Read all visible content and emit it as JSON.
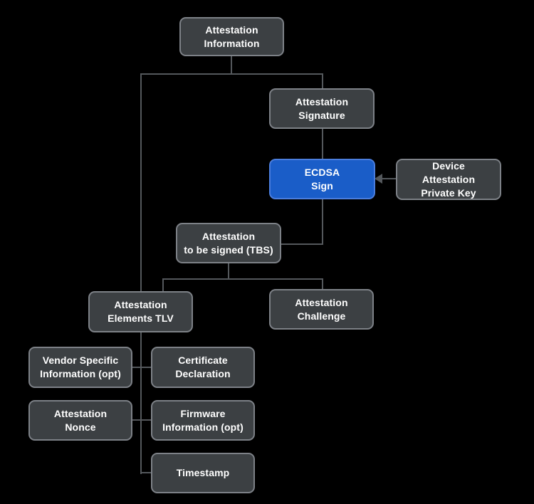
{
  "colors": {
    "background": "#000000",
    "node_fill": "#3c4043",
    "node_border": "#7d8187",
    "node_text": "#ffffff",
    "highlight_fill": "#1a5dc8",
    "highlight_border": "#4a7ddd",
    "connector": "#54585c"
  },
  "diagram": {
    "nodes": [
      {
        "id": "attestation-information",
        "lines": [
          "Attestation",
          "Information"
        ],
        "highlight": false
      },
      {
        "id": "attestation-signature",
        "lines": [
          "Attestation",
          "Signature"
        ],
        "highlight": false
      },
      {
        "id": "ecdsa-sign",
        "lines": [
          "ECDSA",
          "Sign"
        ],
        "highlight": true
      },
      {
        "id": "device-attestation-private-key",
        "lines": [
          "Device",
          "Attestation",
          "Private Key"
        ],
        "highlight": false
      },
      {
        "id": "attestation-tbs",
        "lines": [
          "Attestation",
          "to be signed (TBS)"
        ],
        "highlight": false
      },
      {
        "id": "attestation-elements-tlv",
        "lines": [
          "Attestation",
          "Elements TLV"
        ],
        "highlight": false
      },
      {
        "id": "attestation-challenge",
        "lines": [
          "Attestation",
          "Challenge"
        ],
        "highlight": false
      },
      {
        "id": "vendor-specific-information",
        "lines": [
          "Vendor Specific",
          "Information (opt)"
        ],
        "highlight": false
      },
      {
        "id": "certificate-declaration",
        "lines": [
          "Certificate",
          "Declaration"
        ],
        "highlight": false
      },
      {
        "id": "attestation-nonce",
        "lines": [
          "Attestation",
          "Nonce"
        ],
        "highlight": false
      },
      {
        "id": "firmware-information",
        "lines": [
          "Firmware",
          "Information (opt)"
        ],
        "highlight": false
      },
      {
        "id": "timestamp",
        "lines": [
          "Timestamp"
        ],
        "highlight": false
      }
    ],
    "edges": [
      {
        "from": "attestation-information",
        "to": "attestation-signature",
        "arrow": false
      },
      {
        "from": "attestation-information",
        "to": "attestation-elements-tlv",
        "arrow": false
      },
      {
        "from": "attestation-signature",
        "to": "ecdsa-sign",
        "arrow": false
      },
      {
        "from": "device-attestation-private-key",
        "to": "ecdsa-sign",
        "arrow": true
      },
      {
        "from": "ecdsa-sign",
        "to": "attestation-tbs",
        "arrow": false
      },
      {
        "from": "attestation-tbs",
        "to": "attestation-elements-tlv",
        "arrow": false
      },
      {
        "from": "attestation-tbs",
        "to": "attestation-challenge",
        "arrow": false
      },
      {
        "from": "attestation-elements-tlv",
        "to": "vendor-specific-information",
        "arrow": false
      },
      {
        "from": "attestation-elements-tlv",
        "to": "certificate-declaration",
        "arrow": false
      },
      {
        "from": "attestation-elements-tlv",
        "to": "attestation-nonce",
        "arrow": false
      },
      {
        "from": "attestation-elements-tlv",
        "to": "firmware-information",
        "arrow": false
      },
      {
        "from": "attestation-elements-tlv",
        "to": "timestamp",
        "arrow": false
      }
    ]
  }
}
